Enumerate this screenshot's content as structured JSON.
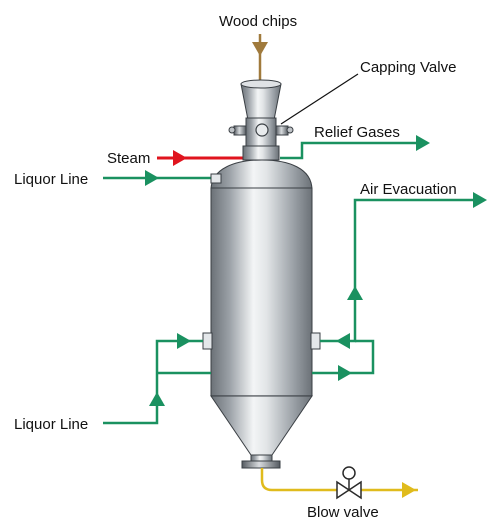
{
  "labels": {
    "wood_chips": "Wood chips",
    "capping_valve": "Capping Valve",
    "relief_gases": "Relief Gases",
    "steam": "Steam",
    "liquor_line_top": "Liquor Line",
    "air_evacuation": "Air Evacuation",
    "liquor_line_bottom": "Liquor Line",
    "blow_valve": "Blow valve"
  },
  "colors": {
    "liquor": "#1a9160",
    "steam": "#e0141e",
    "wood_chips": "#a07a3c",
    "blow": "#e0bb1c",
    "vessel_dark": "#6f757b",
    "vessel_light": "#f2f4f5",
    "outline": "#3a3f44"
  },
  "icons": [
    "arrow-icon",
    "valve-icon"
  ]
}
